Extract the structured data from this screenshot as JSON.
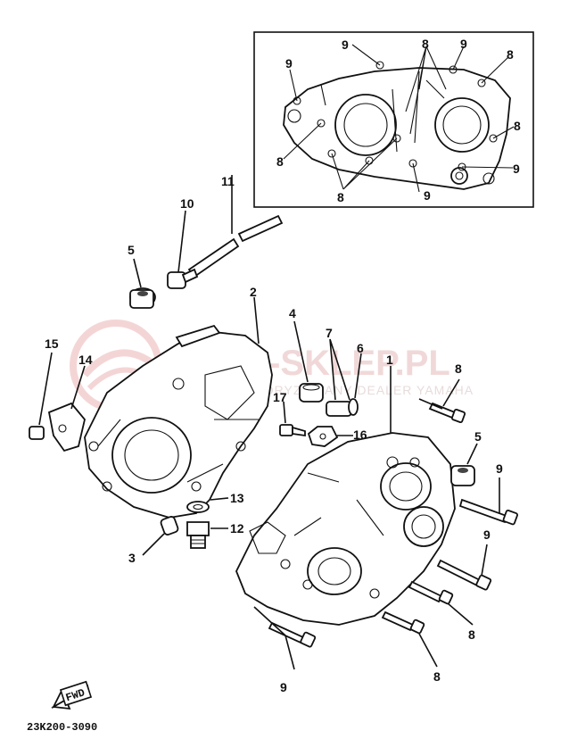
{
  "diagram": {
    "part_code": "23K200-3090",
    "fwd_label": "FWD",
    "watermark": {
      "main": "AMA-SKLEP.PL",
      "sub": "AUTORYZOWANY DEALER YAMAHA"
    },
    "callouts": [
      {
        "id": "c1",
        "text": "1"
      },
      {
        "id": "c2",
        "text": "2"
      },
      {
        "id": "c3",
        "text": "3"
      },
      {
        "id": "c4",
        "text": "4"
      },
      {
        "id": "c5a",
        "text": "5"
      },
      {
        "id": "c5b",
        "text": "5"
      },
      {
        "id": "c6",
        "text": "6"
      },
      {
        "id": "c7",
        "text": "7"
      },
      {
        "id": "c8a",
        "text": "8"
      },
      {
        "id": "c8b",
        "text": "8"
      },
      {
        "id": "c8c",
        "text": "8"
      },
      {
        "id": "c9a",
        "text": "9"
      },
      {
        "id": "c9b",
        "text": "9"
      },
      {
        "id": "c9c",
        "text": "9"
      },
      {
        "id": "c10",
        "text": "10"
      },
      {
        "id": "c11",
        "text": "11"
      },
      {
        "id": "c12",
        "text": "12"
      },
      {
        "id": "c13",
        "text": "13"
      },
      {
        "id": "c14",
        "text": "14"
      },
      {
        "id": "c15",
        "text": "15"
      },
      {
        "id": "c16",
        "text": "16"
      },
      {
        "id": "c17",
        "text": "17"
      },
      {
        "id": "i9a",
        "text": "9"
      },
      {
        "id": "i9b",
        "text": "9"
      },
      {
        "id": "i9c",
        "text": "9"
      },
      {
        "id": "i9d",
        "text": "9"
      },
      {
        "id": "i9e",
        "text": "9"
      },
      {
        "id": "i8a",
        "text": "8"
      },
      {
        "id": "i8b",
        "text": "8"
      },
      {
        "id": "i8c",
        "text": "8"
      },
      {
        "id": "i8d",
        "text": "8"
      },
      {
        "id": "i8e",
        "text": "8"
      }
    ]
  }
}
